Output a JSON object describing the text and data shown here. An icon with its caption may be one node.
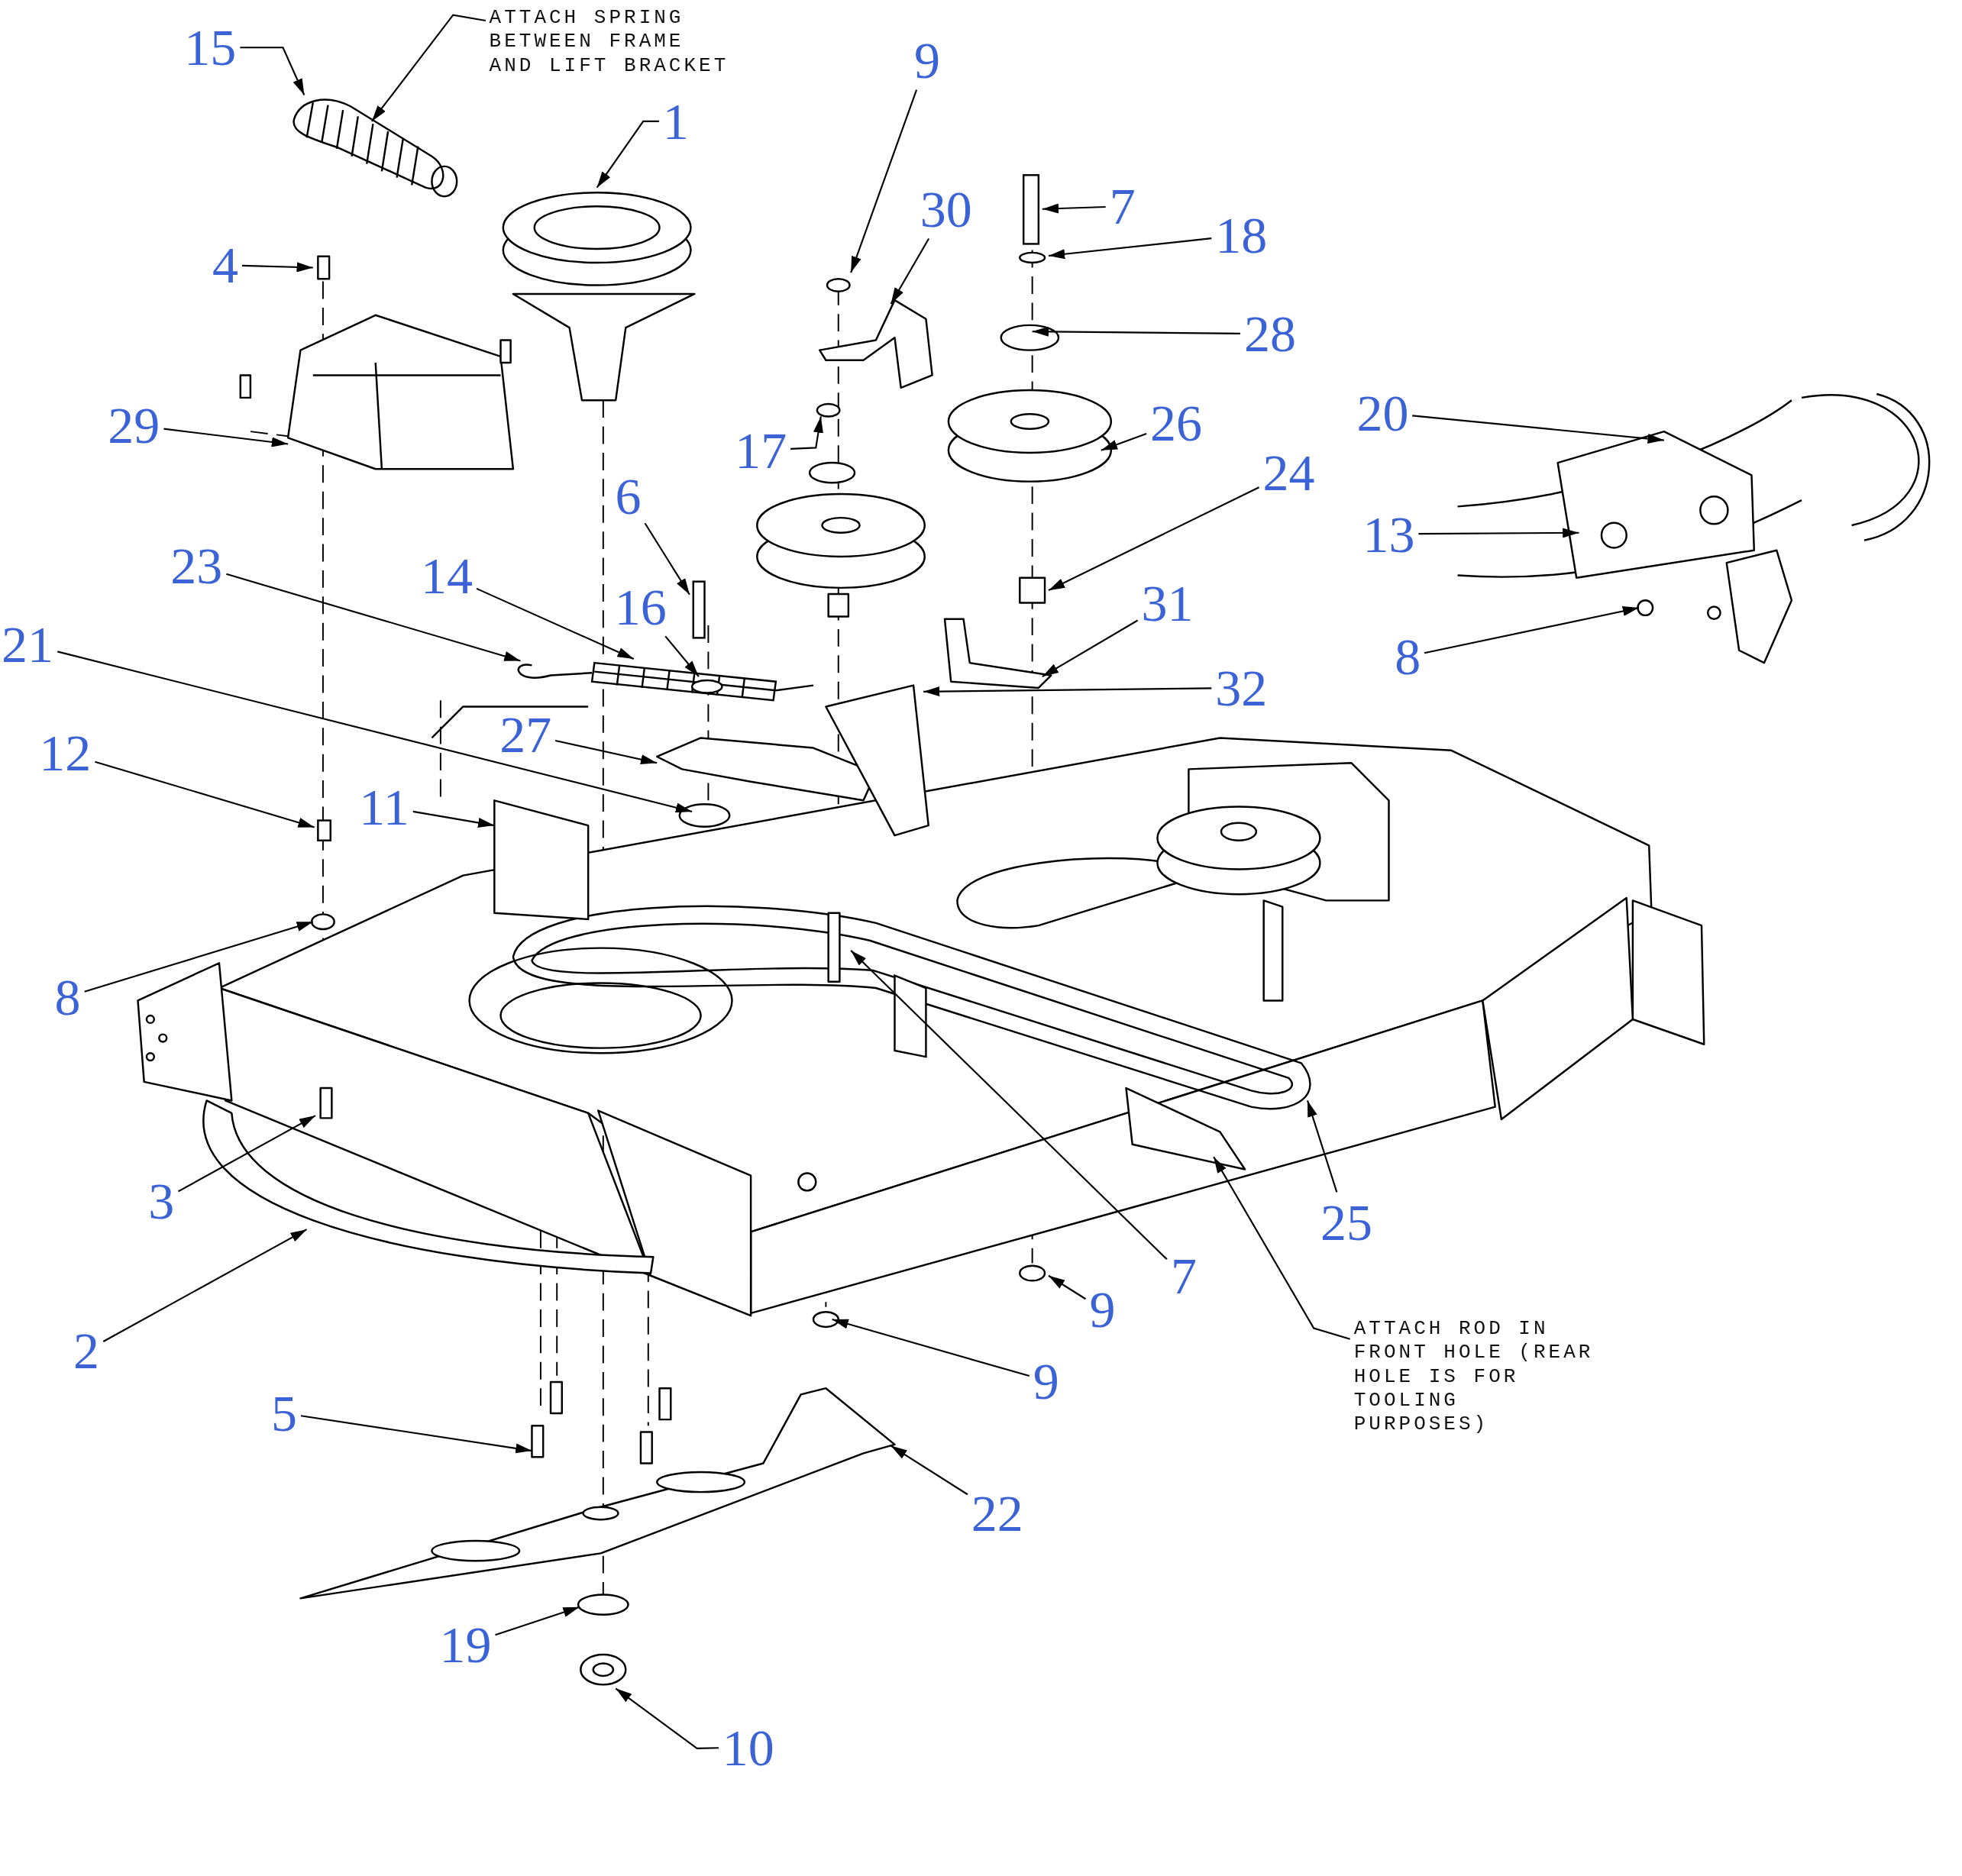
{
  "diagram": {
    "nodes": [
      {
        "text": [
          "15"
        ]
      },
      {
        "text": [
          "ATTACH SPRING BETWEEN FRAME AND LIFT BRACKET"
        ]
      },
      {
        "text": [
          "9"
        ]
      },
      {
        "text": [
          "1"
        ]
      },
      {
        "text": [
          "30"
        ]
      },
      {
        "text": [
          "7"
        ]
      },
      {
        "text": [
          "18"
        ]
      },
      {
        "text": [
          "4"
        ]
      },
      {
        "text": [
          "28"
        ]
      },
      {
        "text": [
          "20"
        ]
      },
      {
        "text": [
          "29"
        ]
      },
      {
        "text": [
          "26"
        ]
      },
      {
        "text": [
          "17"
        ]
      },
      {
        "text": [
          "24"
        ]
      },
      {
        "text": [
          "6"
        ]
      },
      {
        "text": [
          "13"
        ]
      },
      {
        "text": [
          "23"
        ]
      },
      {
        "text": [
          "14"
        ]
      },
      {
        "text": [
          "31"
        ]
      },
      {
        "text": [
          "16"
        ]
      },
      {
        "text": [
          "21"
        ]
      },
      {
        "text": [
          "8"
        ]
      },
      {
        "text": [
          "32"
        ]
      },
      {
        "text": [
          "27"
        ]
      },
      {
        "text": [
          "12"
        ]
      },
      {
        "text": [
          "11"
        ]
      },
      {
        "text": [
          "8"
        ]
      },
      {
        "text": [
          "3"
        ]
      },
      {
        "text": [
          "25"
        ]
      },
      {
        "text": [
          "7"
        ]
      },
      {
        "text": [
          "9"
        ]
      },
      {
        "text": [
          "ATTACH ROD IN FRONT HOLE (REAR HOLE IS FOR TOOLING PURPOSES)"
        ]
      },
      {
        "text": [
          "2"
        ]
      },
      {
        "text": [
          "9"
        ]
      },
      {
        "text": [
          "5"
        ]
      },
      {
        "text": [
          "22"
        ]
      },
      {
        "text": [
          "19"
        ]
      },
      {
        "text": [
          "10"
        ]
      },
      {
        "text": [],
        "shape": "circle"
      },
      {
        "text": [],
        "shape": "box"
      },
      {
        "text": [],
        "shape": "picture"
      },
      {
        "text": [],
        "shape": "picture"
      },
      {
        "text": [],
        "shape": "box"
      },
      {
        "text": [],
        "shape": "box"
      },
      {
        "text": [],
        "shape": "circle",
        "in": 41
      }
    ],
    "edges": [
      {
        "from": 0,
        "to": null,
        "arrow": "to"
      },
      {
        "from": 1,
        "to": null,
        "arrow": "to"
      },
      {
        "from": 2,
        "to": null,
        "arrow": "to"
      },
      {
        "from": 3,
        "to": null,
        "arrow": "to"
      },
      {
        "from": 4,
        "to": null,
        "arrow": "to"
      },
      {
        "from": 5,
        "to": 43,
        "arrow": "to"
      },
      {
        "from": 6,
        "to": 38,
        "arrow": "to"
      },
      {
        "from": 7,
        "to": null,
        "arrow": "to"
      },
      {
        "from": 8,
        "to": null,
        "arrow": "to"
      },
      {
        "from": 9,
        "to": null,
        "arrow": "to"
      },
      {
        "from": 10,
        "to": null,
        "arrow": "to"
      },
      {
        "from": 11,
        "to": null,
        "arrow": "to"
      },
      {
        "from": 12,
        "to": null,
        "arrow": "to"
      },
      {
        "from": 13,
        "to": null,
        "arrow": "to"
      },
      {
        "from": 14,
        "to": 39,
        "arrow": "to"
      },
      {
        "from": 15,
        "to": null,
        "arrow": "to"
      },
      {
        "from": 16,
        "to": 40,
        "arrow": "to"
      },
      {
        "from": 17,
        "to": 41,
        "arrow": "to"
      },
      {
        "from": 18,
        "to": null,
        "arrow": "to"
      },
      {
        "from": 19,
        "to": 44,
        "arrow": "to"
      },
      {
        "from": 20,
        "to": null,
        "arrow": "to"
      },
      {
        "from": 21,
        "to": null,
        "arrow": "to"
      },
      {
        "from": 22,
        "to": null,
        "arrow": "to"
      },
      {
        "from": 23,
        "to": null,
        "arrow": "to"
      },
      {
        "from": 24,
        "to": 42,
        "arrow": "to"
      },
      {
        "from": 25,
        "to": null,
        "arrow": "to"
      },
      {
        "from": 26,
        "to": null,
        "arrow": "to"
      },
      {
        "from": 27,
        "to": null,
        "arrow": "to"
      },
      {
        "from": 28,
        "to": null,
        "arrow": "to"
      },
      {
        "from": 29,
        "to": null,
        "arrow": "to"
      },
      {
        "from": 30,
        "to": null,
        "arrow": "to"
      },
      {
        "from": 31,
        "to": null,
        "arrow": "to"
      },
      {
        "from": 32,
        "to": null,
        "arrow": "to"
      },
      {
        "from": 33,
        "to": null,
        "arrow": "to"
      },
      {
        "from": 34,
        "to": null,
        "arrow": "to"
      },
      {
        "from": 35,
        "to": null,
        "arrow": "to"
      },
      {
        "from": 36,
        "to": null,
        "arrow": "to"
      },
      {
        "from": 37,
        "to": null,
        "arrow": "to"
      }
    ]
  }
}
